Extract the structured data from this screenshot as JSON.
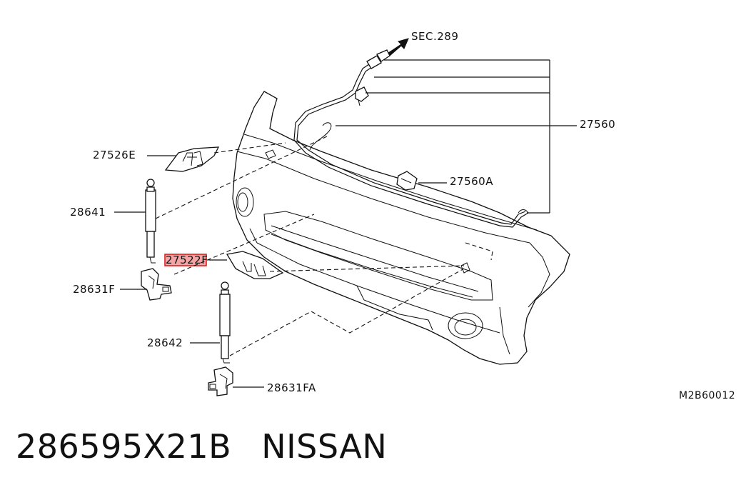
{
  "diagram": {
    "ref_section": "SEC.289",
    "figure_code": "M2B60012",
    "callouts": [
      {
        "id": "c27560",
        "label": "27560"
      },
      {
        "id": "c27560a",
        "label": "27560A"
      },
      {
        "id": "c27526e",
        "label": "27526E"
      },
      {
        "id": "c28641",
        "label": "28641"
      },
      {
        "id": "c27522f",
        "label": "27522F",
        "highlighted": true
      },
      {
        "id": "c28631f",
        "label": "28631F"
      },
      {
        "id": "c28642",
        "label": "28642"
      },
      {
        "id": "c28631fa",
        "label": "28631FA"
      }
    ]
  },
  "caption": {
    "part_number": "286595X21B",
    "brand": "NISSAN"
  },
  "colors": {
    "line": "#111111",
    "highlight_fill": "#f3a5a5",
    "highlight_stroke": "#e02020"
  }
}
